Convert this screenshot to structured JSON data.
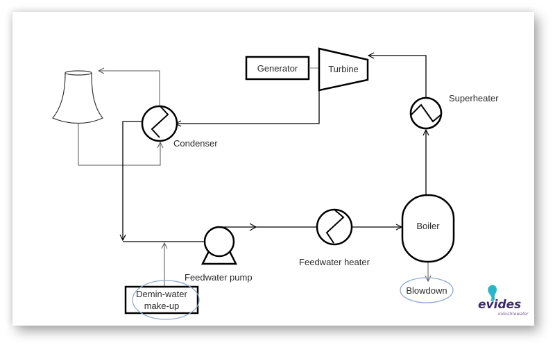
{
  "diagram": {
    "type": "process-flow",
    "title": "Steam cycle water circuit",
    "components": {
      "generator": "Generator",
      "turbine": "Turbine",
      "superheater": "Superheater",
      "condenser": "Condenser",
      "cooling_tower": "",
      "feedwater_pump": "Feedwater pump",
      "feedwater_heater": "Feedwater heater",
      "boiler": "Boiler",
      "blowdown": "Blowdown",
      "makeup_line1": "Demin-water",
      "makeup_line2": "make-up"
    },
    "highlight_color": "#8fa8cc",
    "line_color": "#000000"
  },
  "logo": {
    "brand": "evides",
    "subtitle": "industriewater",
    "icon": "seahorse-icon",
    "icon_color": "#2bb5c8",
    "text_color": "#3a2a6b"
  }
}
